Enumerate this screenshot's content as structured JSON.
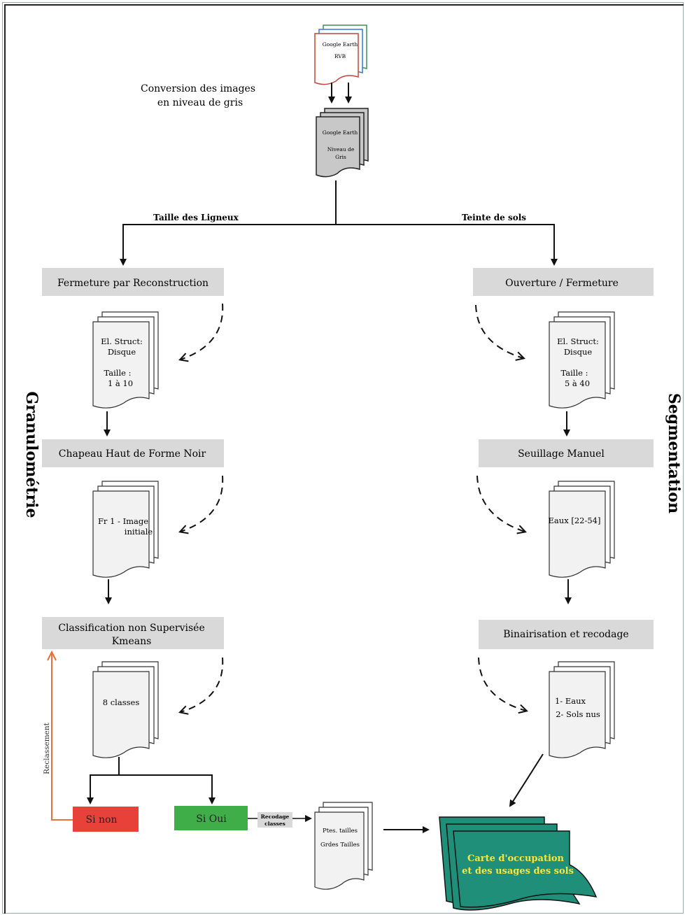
{
  "diagram": {
    "source_doc": [
      "Google Earth",
      "RVB"
    ],
    "conversion_label": [
      "Conversion des images",
      "en niveau de gris"
    ],
    "gray_doc": [
      "Google Earth",
      "Niveau de",
      "Gris"
    ],
    "branch_left": "Taille des Ligneux",
    "branch_right": "Teinte de sols",
    "side_left": "Granulométrie",
    "side_right": "Segmentation",
    "left": {
      "step1": "Fermeture par Reconstruction",
      "doc1": [
        "El. Struct:",
        "Disque",
        "Taille :",
        "1 à 10"
      ],
      "step2": "Chapeau Haut de Forme Noir",
      "doc2": [
        "Fr 1 - Image",
        "initiale"
      ],
      "step3": [
        "Classification non Supervisée",
        "Kmeans"
      ],
      "doc3": "8 classes",
      "no": "Si non",
      "yes": "Si Oui",
      "reclass": "Reclassement",
      "recode": [
        "Recodage",
        "classes"
      ],
      "doc4": [
        "Ptes. tailles",
        "Grdes Tailles"
      ]
    },
    "right": {
      "step1": "Ouverture / Fermeture",
      "doc1": [
        "El. Struct:",
        "Disque",
        "Taille :",
        "5 à 40"
      ],
      "step2": "Seuillage Manuel",
      "doc2": "Eaux [22-54]",
      "step3": "Binairisation et recodage",
      "doc3": [
        "1- Eaux",
        "2- Sols nus"
      ]
    },
    "final": [
      "Carte d'occupation",
      "et des usages des sols"
    ],
    "colors": {
      "box_gray": "#d9d9d9",
      "no_red": "#e8413a",
      "yes_green": "#3fae49",
      "final_teal": "#1f8f7a",
      "final_text": "#f5e642",
      "reclass_arrow": "#e8703a"
    }
  }
}
